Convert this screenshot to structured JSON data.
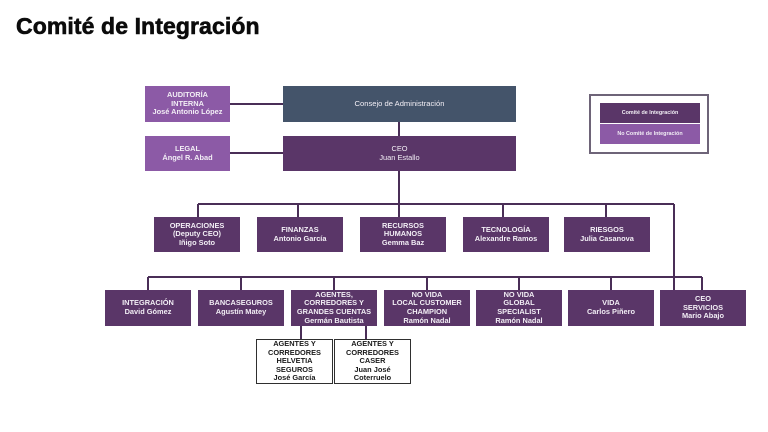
{
  "title": "Comité de Integración",
  "legend": {
    "items": [
      {
        "label": "Comité de Integración",
        "color": "#5a3668"
      },
      {
        "label": "No Comité de Integración",
        "color": "#8c5aa6"
      }
    ]
  },
  "nodes": {
    "auditoria": {
      "text": "AUDITORÍA\nINTERNA\nJosé Antonio López",
      "member": false
    },
    "legal": {
      "text": "LEGAL\nÁngel R. Abad",
      "member": false
    },
    "consejo": {
      "text": "Consejo de Administración"
    },
    "ceo": {
      "text": "CEO\nJuan Estallo",
      "member": true
    },
    "operaciones": {
      "text": "OPERACIONES\n(Deputy CEO)\nIñigo Soto",
      "member": true
    },
    "finanzas": {
      "text": "FINANZAS\nAntonio García",
      "member": true
    },
    "rrhh": {
      "text": "RECURSOS\nHUMANOS\nGemma Baz",
      "member": true
    },
    "tecnologia": {
      "text": "TECNOLOGÍA\nAlexandre Ramos",
      "member": true
    },
    "riesgos": {
      "text": "RIESGOS\nJulia Casanova",
      "member": true
    },
    "integracion": {
      "text": "INTEGRACIÓN\nDavid Gómez",
      "member": true
    },
    "bancaseguros": {
      "text": "BANCASEGUROS\nAgustín Matey",
      "member": true
    },
    "agentes": {
      "text": "AGENTES,\nCORREDORES Y\nGRANDES CUENTAS\nGermán Bautista",
      "member": true
    },
    "novida_local": {
      "text": "NO VIDA\nLOCAL CUSTOMER\nCHAMPION\nRamón Nadal",
      "member": true
    },
    "novida_global": {
      "text": "NO VIDA\nGLOBAL\nSPECIALIST\nRamón Nadal",
      "member": true
    },
    "vida": {
      "text": "VIDA\nCarlos Piñero",
      "member": true
    },
    "ceo_servicios": {
      "text": "CEO\nSERVICIOS\nMario Abajo",
      "member": true
    },
    "helvetia": {
      "text": "AGENTES Y\nCORREDORES\nHELVETIA\nSEGUROS\nJosé García"
    },
    "caser": {
      "text": "AGENTES Y\nCORREDORES\nCASER\nJuan José\nCoterruelo"
    }
  },
  "colors": {
    "member": "#5a3668",
    "non_member": "#8c5aa6",
    "board": "#44546a",
    "connector": "#4a2e57"
  }
}
